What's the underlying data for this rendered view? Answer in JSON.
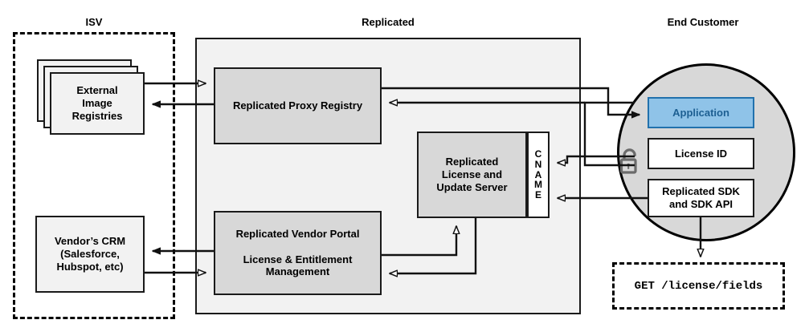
{
  "zones": {
    "isv": {
      "title": "ISV"
    },
    "replicated": {
      "title": "Replicated"
    },
    "end_customer": {
      "title": "End Customer"
    }
  },
  "nodes": {
    "external_image_registries": "External\nImage\nRegistries",
    "vendors_crm": "Vendor’s CRM\n(Salesforce,\nHubspot, etc)",
    "replicated_proxy_registry": "Replicated Proxy Registry",
    "replicated_license_update_server": "Replicated\nLicense and\nUpdate Server",
    "replicated_vendor_portal": "Replicated Vendor Portal\n\nLicense & Entitlement\nManagement",
    "cname_letters": [
      "C",
      "N",
      "A",
      "M",
      "E"
    ],
    "application": "Application",
    "license_id": "License ID",
    "replicated_sdk": "Replicated SDK\nand SDK API",
    "api_request": "GET /license/fields"
  },
  "icons": {
    "unlocked_padlock": "unlocked-padlock-icon"
  },
  "colors": {
    "application_fill": "#8fc3e8",
    "application_border": "#2171ad",
    "application_text": "#1d5f92",
    "node_gray_fill": "#d8d8d8",
    "node_light_fill": "#f2f2f2",
    "zone_fill": "#f2f2f2",
    "circle_fill": "#d8d8d8",
    "stroke": "#1a1a1a",
    "lock_stroke": "#6b6b6b"
  }
}
